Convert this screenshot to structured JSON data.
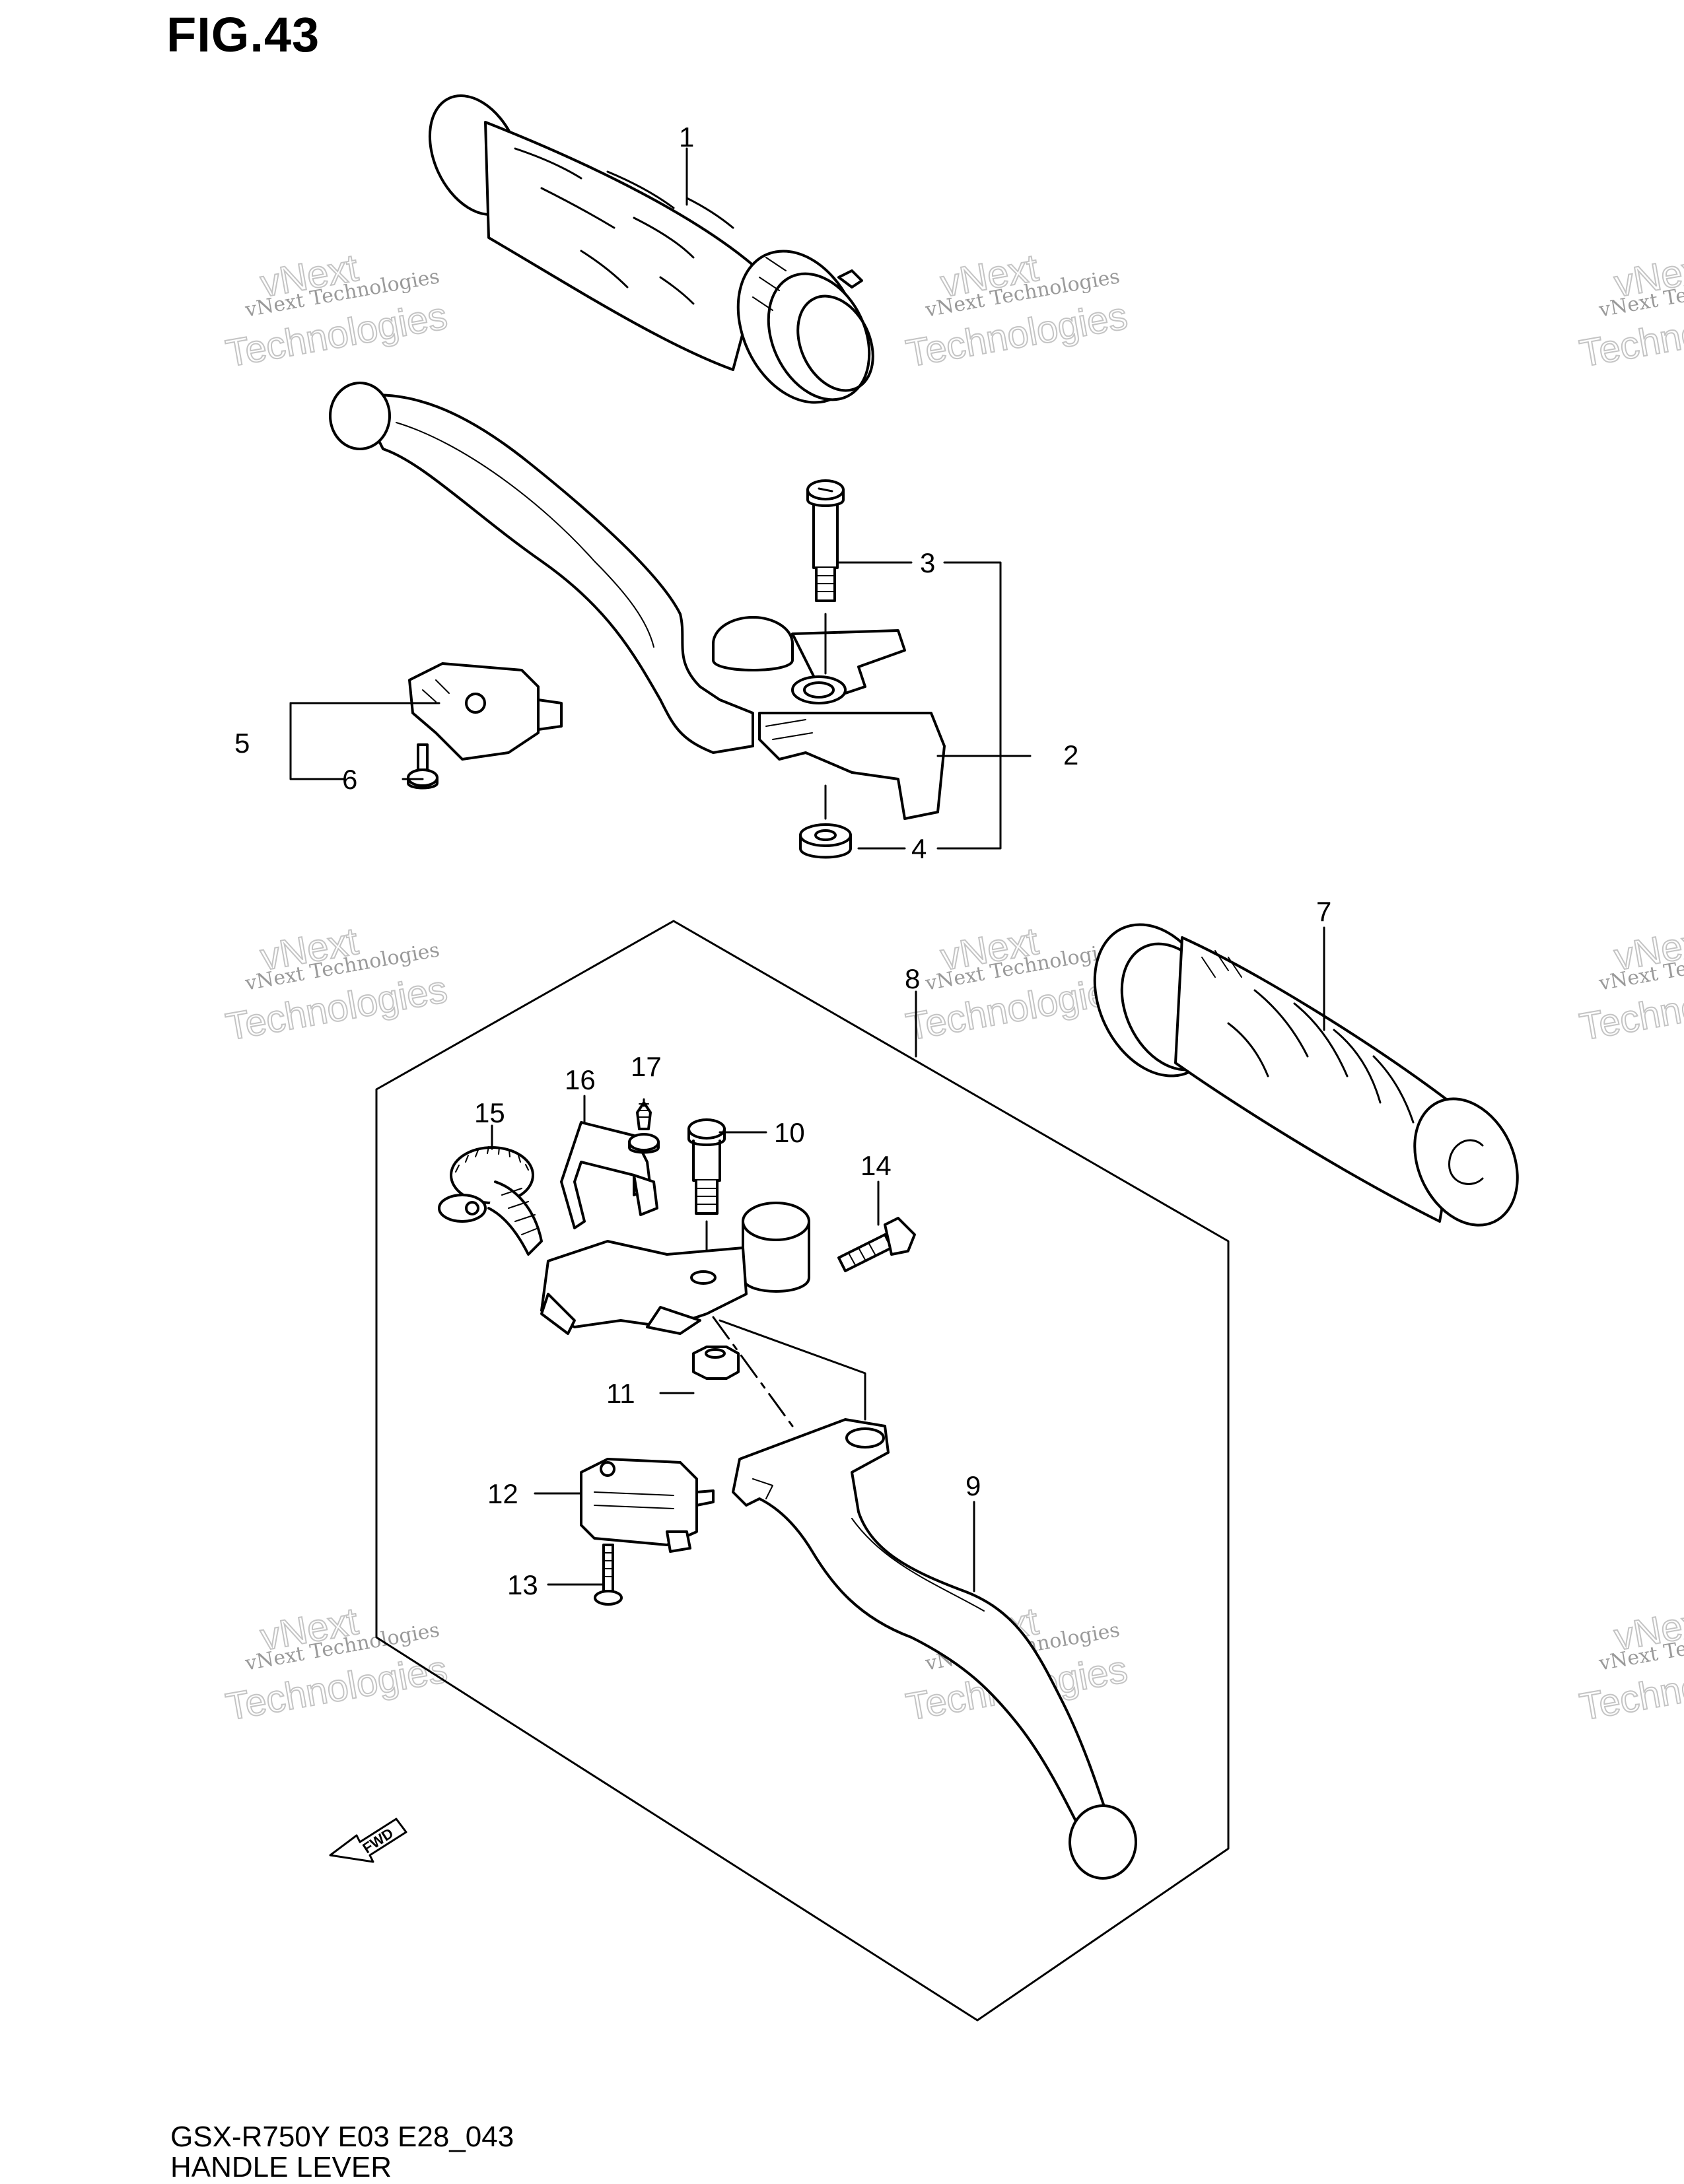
{
  "figure_title": "FIG.43",
  "footer": {
    "model_code": "GSX-R750Y E03 E28_043",
    "section_name": "HANDLE LEVER"
  },
  "callouts": {
    "c1": "1",
    "c2": "2",
    "c3": "3",
    "c4": "4",
    "c5": "5",
    "c6": "6",
    "c7": "7",
    "c8": "8",
    "c9": "9",
    "c10": "10",
    "c11": "11",
    "c12": "12",
    "c13": "13",
    "c14": "14",
    "c15": "15",
    "c16": "16",
    "c17": "17"
  },
  "direction_badge": "FWD",
  "watermark": {
    "line1": "vNext Technologies",
    "line2": "vNext",
    "line3": "Technologies"
  },
  "colors": {
    "line": "#000000",
    "watermark": "#9a9a9a",
    "background": "#ffffff"
  }
}
